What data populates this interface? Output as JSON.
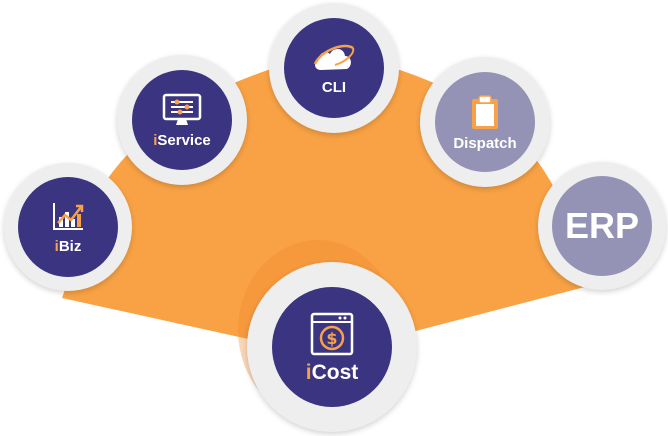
{
  "diagram": {
    "colors": {
      "fan": "#f9a245",
      "ring": "#eeeeef",
      "active": "#3b3581",
      "inactive": "#9593b5",
      "accent": "#f7a148"
    },
    "nodes": [
      {
        "id": "ibiz",
        "prefix": "i",
        "name": "Biz",
        "icon": "bar-chart-icon",
        "state": "active"
      },
      {
        "id": "iservice",
        "prefix": "i",
        "name": "Service",
        "icon": "monitor-icon",
        "state": "active"
      },
      {
        "id": "cli",
        "prefix": "",
        "name": "CLI",
        "icon": "cloud-icon",
        "state": "active"
      },
      {
        "id": "dispatch",
        "prefix": "",
        "name": "Dispatch",
        "icon": "clipboard-icon",
        "state": "inactive"
      },
      {
        "id": "erp",
        "prefix": "",
        "name": "ERP",
        "icon": "",
        "state": "inactive"
      },
      {
        "id": "icost",
        "prefix": "i",
        "name": "Cost",
        "icon": "dollar-window-icon",
        "state": "active"
      }
    ]
  }
}
